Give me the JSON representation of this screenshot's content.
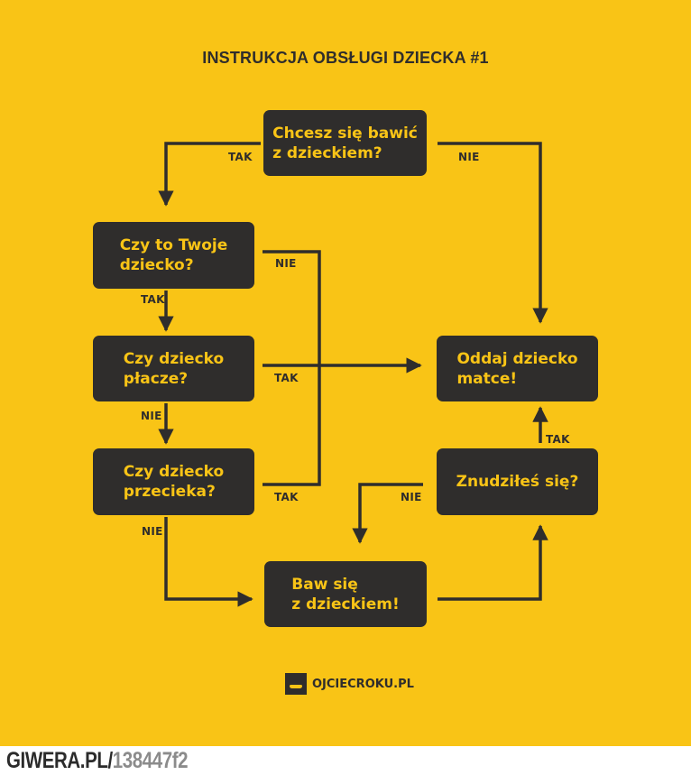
{
  "title": "INSTRUKCJA OBSŁUGI DZIECKA #1",
  "nodes": {
    "start": "Chcesz się bawić\nz dzieckiem?",
    "own_child": "Czy to Twoje\ndziecko?",
    "crying": "Czy dziecko\npłacze?",
    "leaking": "Czy dziecko\nprzecieka?",
    "mother": "Oddaj dziecko\nmatce!",
    "bored": "Znudziłeś się?",
    "play": "Baw się\nz dzieckiem!"
  },
  "edge_labels": {
    "start_yes": "TAK",
    "start_no": "NIE",
    "own_no": "NIE",
    "own_yes": "TAK",
    "crying_yes": "TAK",
    "crying_no": "NIE",
    "leaking_yes": "TAK",
    "leaking_no": "NIE",
    "bored_yes": "TAK",
    "bored_no": "NIE"
  },
  "logo_text": "OJCIECROKU.PL",
  "footer": {
    "site": "GIWERA.PL/",
    "id": "138447f2"
  },
  "colors": {
    "background": "#F9C416",
    "box": "#2F2D2C",
    "box_text": "#F9C416"
  }
}
